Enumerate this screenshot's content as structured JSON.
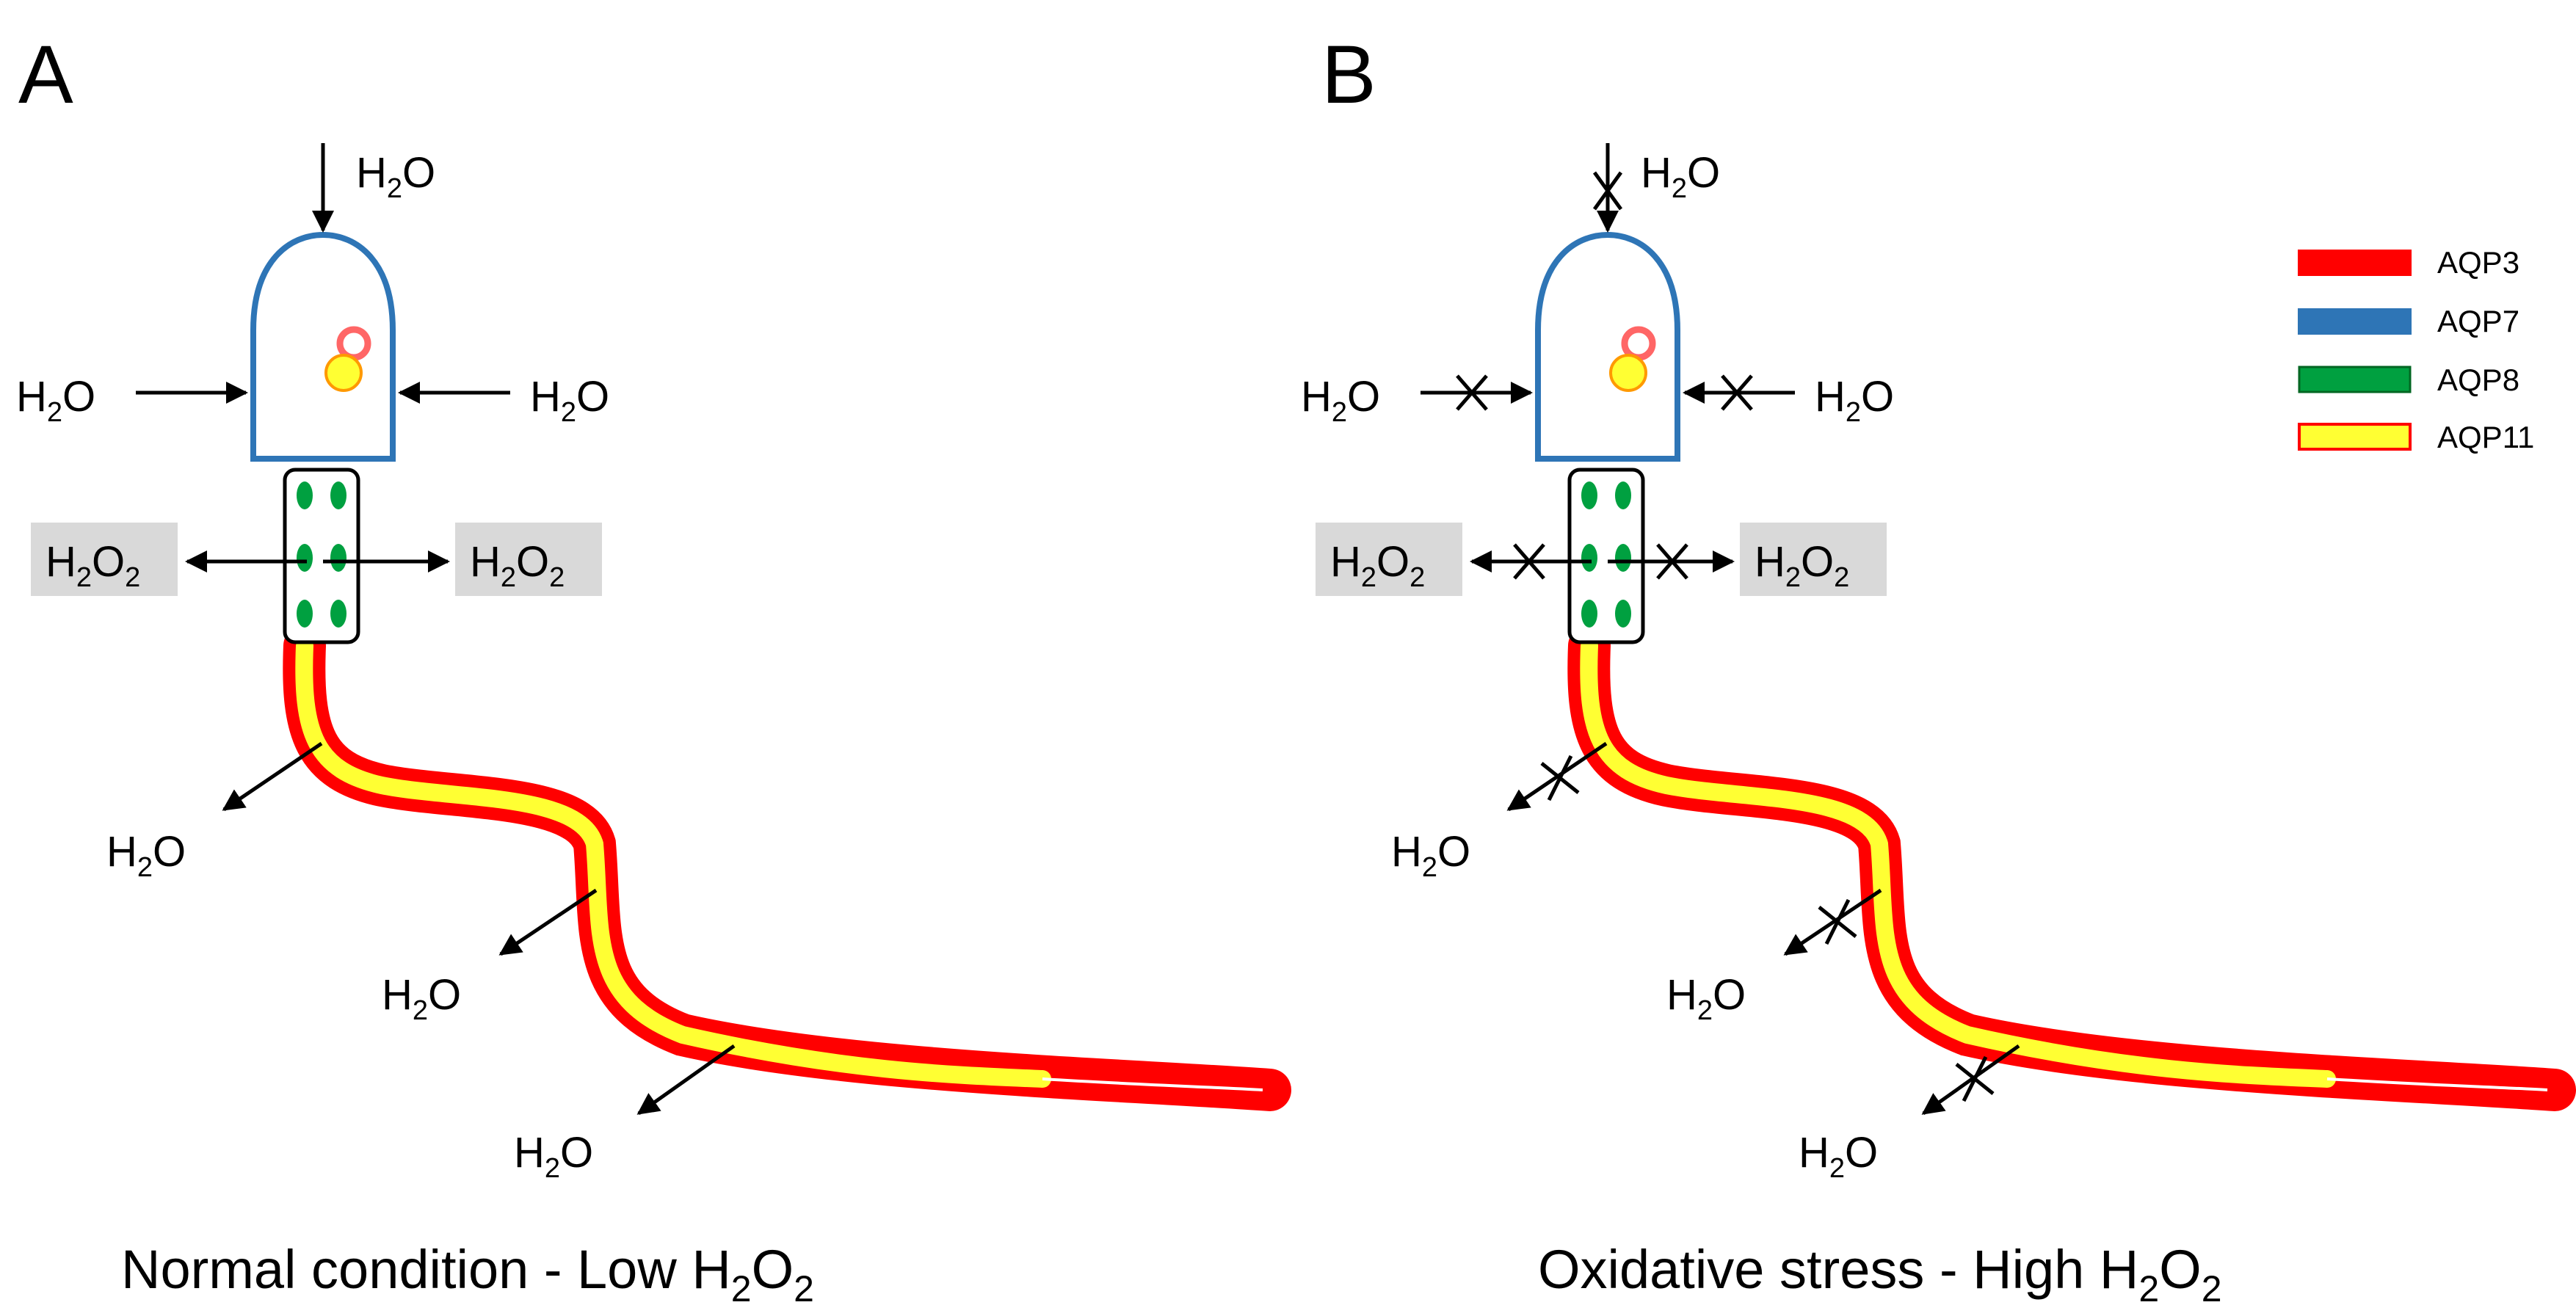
{
  "panels": [
    {
      "letter": "A",
      "caption_main": "Normal condition - Low H",
      "caption_sub": "2",
      "caption_tail": "O",
      "caption_sub2": "2"
    },
    {
      "letter": "B",
      "caption_main": "Oxidative stress - High H",
      "caption_sub": "2",
      "caption_tail": "O",
      "caption_sub2": "2"
    }
  ],
  "water": {
    "h": "H",
    "sub": "2",
    "o": "O"
  },
  "peroxide": {
    "h": "H",
    "sub": "2",
    "o": "O",
    "sub2": "2"
  },
  "legend": [
    {
      "label": "AQP3",
      "color": "#ff0000"
    },
    {
      "label": "AQP7",
      "color": "#2e75b6"
    },
    {
      "label": "AQP8",
      "color": "#00a040"
    },
    {
      "label": "AQP11",
      "color": "#ffff33",
      "border": "#ff0000"
    }
  ],
  "colors": {
    "head_outline": "#2e75b6",
    "tail_outer": "#ff0000",
    "tail_inner": "#ffff33",
    "midpiece_dots": "#00a040",
    "h2o2_box": "#d9d9d9"
  }
}
